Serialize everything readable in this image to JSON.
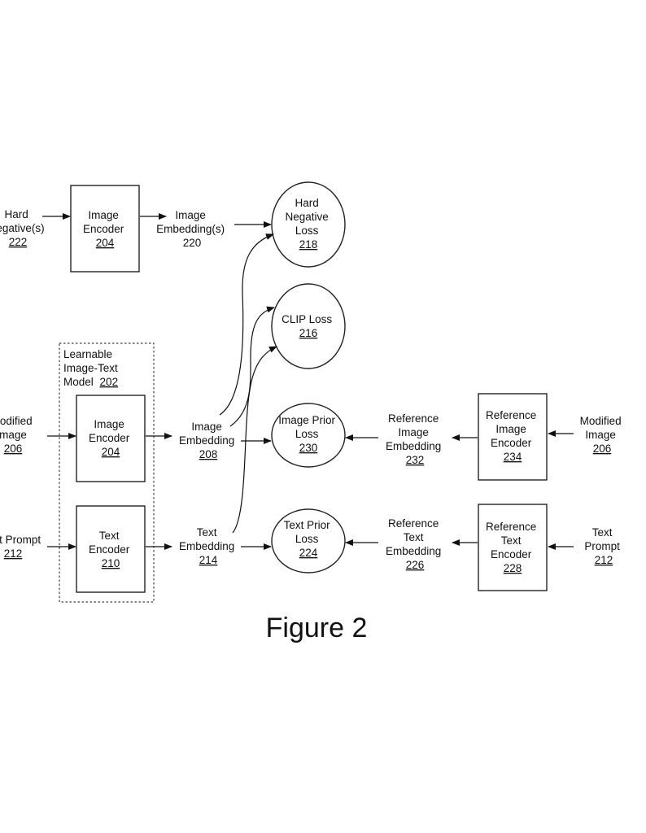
{
  "nodes": {
    "hard_negatives": {
      "lines": [
        "Hard",
        "Negative(s)"
      ],
      "num": "222"
    },
    "image_encoder_top": {
      "lines": [
        "Image",
        "Encoder"
      ],
      "num": "204"
    },
    "image_embeddings": {
      "lines": [
        "Image",
        "Embedding(s)"
      ],
      "num": "220"
    },
    "hard_negative_loss": {
      "lines": [
        "Hard",
        "Negative",
        "Loss"
      ],
      "num": "218"
    },
    "clip_loss": {
      "lines": [
        "CLIP Loss"
      ],
      "num": "216"
    },
    "learnable_model": {
      "lines": [
        "Learnable",
        "Image-Text",
        "Model"
      ],
      "num": "202"
    },
    "modified_image_left": {
      "lines": [
        "Modified",
        "Image"
      ],
      "num": "206"
    },
    "image_encoder": {
      "lines": [
        "Image",
        "Encoder"
      ],
      "num": "204"
    },
    "image_embedding": {
      "lines": [
        "Image",
        "Embedding"
      ],
      "num": "208"
    },
    "image_prior_loss": {
      "lines": [
        "Image Prior",
        "Loss"
      ],
      "num": "230"
    },
    "reference_image_embedding": {
      "lines": [
        "Reference",
        "Image",
        "Embedding"
      ],
      "num": "232"
    },
    "reference_image_encoder": {
      "lines": [
        "Reference",
        "Image",
        "Encoder"
      ],
      "num": "234"
    },
    "modified_image_right": {
      "lines": [
        "Modified",
        "Image"
      ],
      "num": "206"
    },
    "text_prompt_left": {
      "lines": [
        "Text Prompt"
      ],
      "num": "212"
    },
    "text_encoder": {
      "lines": [
        "Text",
        "Encoder"
      ],
      "num": "210"
    },
    "text_embedding": {
      "lines": [
        "Text",
        "Embedding"
      ],
      "num": "214"
    },
    "text_prior_loss": {
      "lines": [
        "Text Prior",
        "Loss"
      ],
      "num": "224"
    },
    "reference_text_embedding": {
      "lines": [
        "Reference",
        "Text",
        "Embedding"
      ],
      "num": "226"
    },
    "reference_text_encoder": {
      "lines": [
        "Reference",
        "Text",
        "Encoder"
      ],
      "num": "228"
    },
    "text_prompt_right": {
      "lines": [
        "Text",
        "Prompt"
      ],
      "num": "212"
    }
  },
  "caption": "Figure 2"
}
